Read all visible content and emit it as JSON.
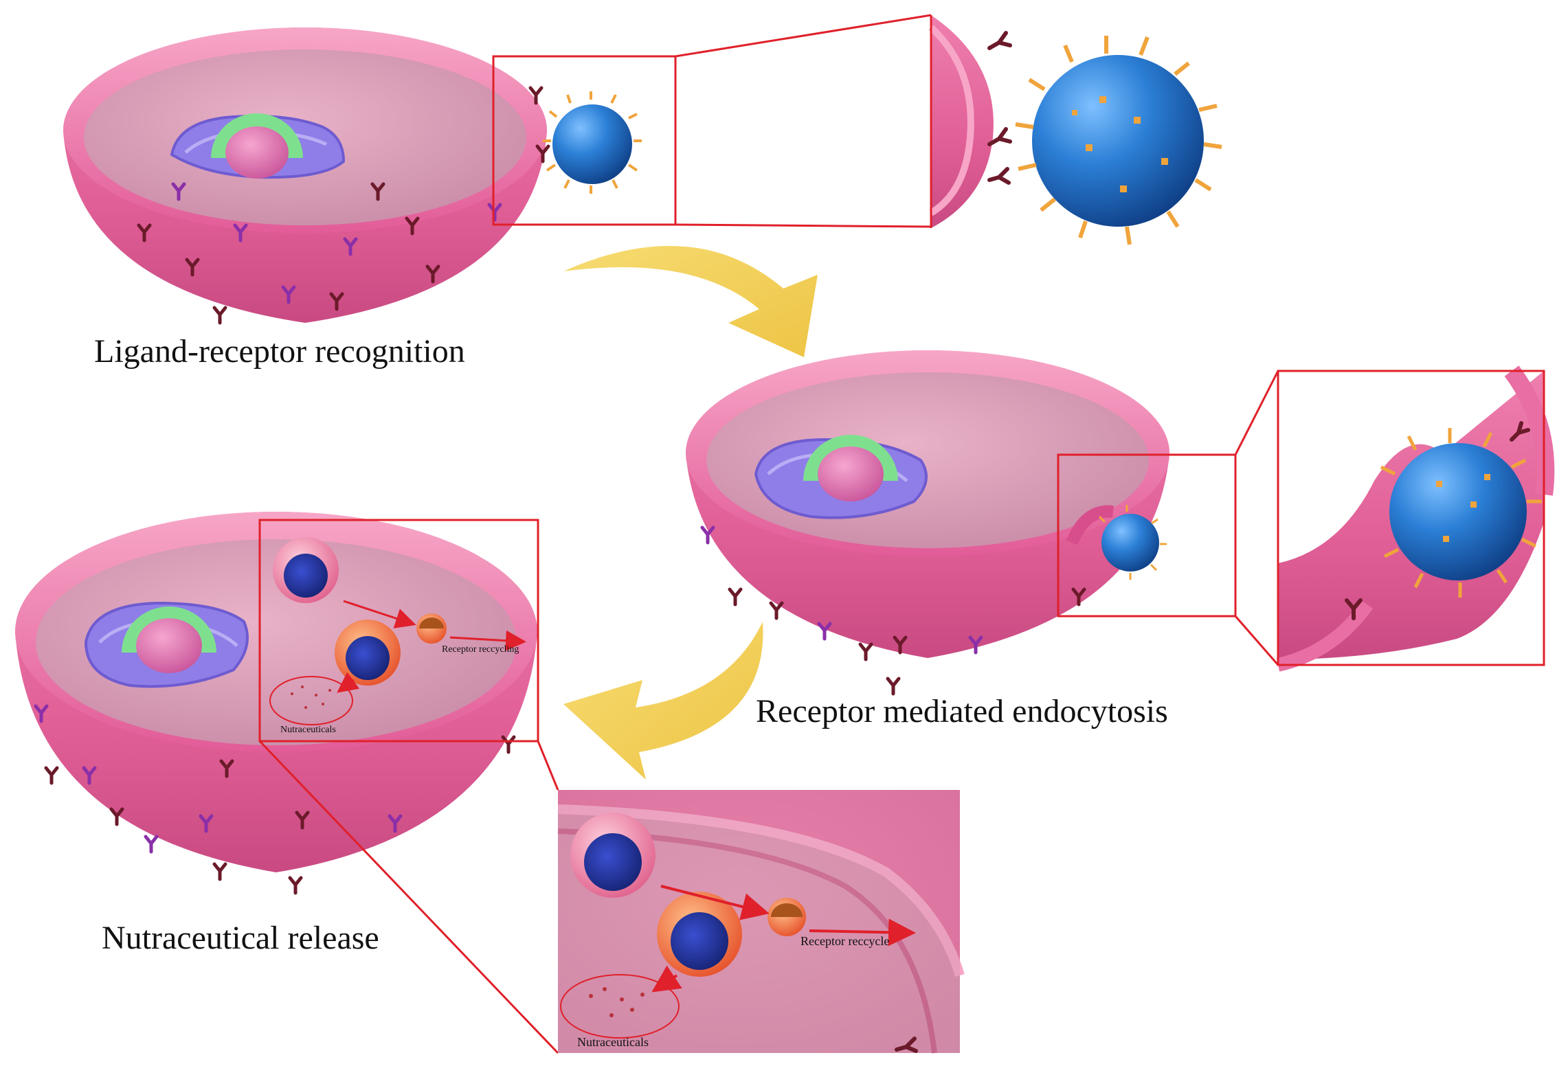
{
  "captions": {
    "step1": "Ligand-receptor recognition",
    "step2": "Receptor mediated endocytosis",
    "step3": "Nutraceutical release"
  },
  "inset_labels": {
    "receptor_recycling": "Receptor reccycling",
    "nutraceuticals_small": "Nutraceuticals",
    "receptor_recycle": "Receptor reccycle",
    "nutraceuticals_large": "Nutraceuticals"
  },
  "colors": {
    "membrane": "#e4659a",
    "cytoplasm": "#f2a9c6",
    "nanoparticle": "#1e6fc4",
    "ligand": "#f0a43c",
    "arrow": "#f2cf5a",
    "highlight_box": "#e0202a",
    "receptor": "#6b1a2a",
    "golgi": "#8a78e6",
    "nucleus_ring": "#7ee08f"
  }
}
